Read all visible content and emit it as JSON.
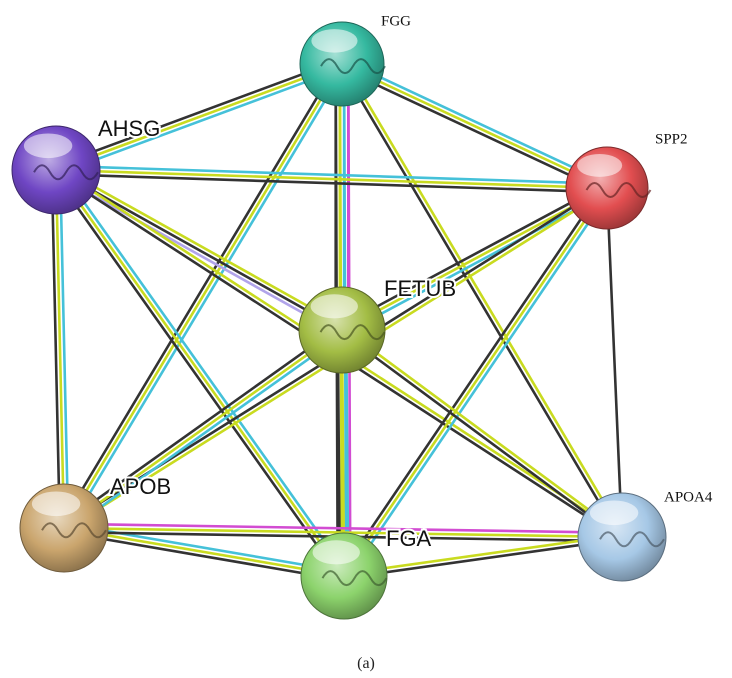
{
  "nodes": [
    {
      "id": "FGG",
      "label": "FGG",
      "color": "#35b9a0",
      "label_style": "serif"
    },
    {
      "id": "AHSG",
      "label": "AHSG",
      "color": "#6f46c4",
      "label_style": "sans"
    },
    {
      "id": "SPP2",
      "label": "SPP2",
      "color": "#e24e50",
      "label_style": "serif"
    },
    {
      "id": "FETUB",
      "label": "FETUB",
      "color": "#a3bd45",
      "label_style": "sans"
    },
    {
      "id": "APOB",
      "label": "APOB",
      "color": "#caa56d",
      "label_style": "sans"
    },
    {
      "id": "FGA",
      "label": "FGA",
      "color": "#8cd36c",
      "label_style": "sans"
    },
    {
      "id": "APOA4",
      "label": "APOA4",
      "color": "#a6c8e6",
      "label_style": "serif"
    }
  ],
  "evidence_colors": {
    "experimental": "#d24cd2",
    "database": "#45c1d9",
    "textmining": "#c9db20",
    "coexpression": "#333333",
    "homology": "#b1a4ea"
  },
  "edges": [
    {
      "source": "FGG",
      "target": "AHSG",
      "evidence": [
        "database",
        "textmining",
        "coexpression"
      ]
    },
    {
      "source": "FGG",
      "target": "SPP2",
      "evidence": [
        "database",
        "textmining",
        "coexpression"
      ]
    },
    {
      "source": "FGG",
      "target": "FETUB",
      "evidence": [
        "experimental",
        "database",
        "textmining",
        "coexpression"
      ]
    },
    {
      "source": "FGG",
      "target": "APOB",
      "evidence": [
        "database",
        "textmining",
        "coexpression"
      ]
    },
    {
      "source": "FGG",
      "target": "FGA",
      "evidence": [
        "experimental",
        "database",
        "textmining",
        "coexpression"
      ]
    },
    {
      "source": "FGG",
      "target": "APOA4",
      "evidence": [
        "textmining",
        "coexpression"
      ]
    },
    {
      "source": "AHSG",
      "target": "SPP2",
      "evidence": [
        "database",
        "textmining",
        "coexpression"
      ]
    },
    {
      "source": "AHSG",
      "target": "FETUB",
      "evidence": [
        "homology",
        "textmining",
        "coexpression"
      ]
    },
    {
      "source": "AHSG",
      "target": "APOB",
      "evidence": [
        "database",
        "textmining",
        "coexpression"
      ]
    },
    {
      "source": "AHSG",
      "target": "FGA",
      "evidence": [
        "database",
        "textmining",
        "coexpression"
      ]
    },
    {
      "source": "AHSG",
      "target": "APOA4",
      "evidence": [
        "textmining",
        "coexpression"
      ]
    },
    {
      "source": "SPP2",
      "target": "FETUB",
      "evidence": [
        "database",
        "textmining",
        "coexpression"
      ]
    },
    {
      "source": "SPP2",
      "target": "APOB",
      "evidence": [
        "textmining",
        "coexpression"
      ]
    },
    {
      "source": "SPP2",
      "target": "FGA",
      "evidence": [
        "database",
        "textmining",
        "coexpression"
      ]
    },
    {
      "source": "SPP2",
      "target": "APOA4",
      "evidence": [
        "coexpression"
      ]
    },
    {
      "source": "FETUB",
      "target": "APOB",
      "evidence": [
        "database",
        "textmining",
        "coexpression"
      ]
    },
    {
      "source": "FETUB",
      "target": "FGA",
      "evidence": [
        "database",
        "textmining",
        "coexpression"
      ]
    },
    {
      "source": "FETUB",
      "target": "APOA4",
      "evidence": [
        "textmining",
        "coexpression"
      ]
    },
    {
      "source": "APOB",
      "target": "FGA",
      "evidence": [
        "database",
        "textmining",
        "coexpression"
      ]
    },
    {
      "source": "APOB",
      "target": "APOA4",
      "evidence": [
        "experimental",
        "textmining",
        "coexpression"
      ]
    },
    {
      "source": "FGA",
      "target": "APOA4",
      "evidence": [
        "textmining",
        "coexpression"
      ]
    }
  ],
  "caption": "(a)"
}
